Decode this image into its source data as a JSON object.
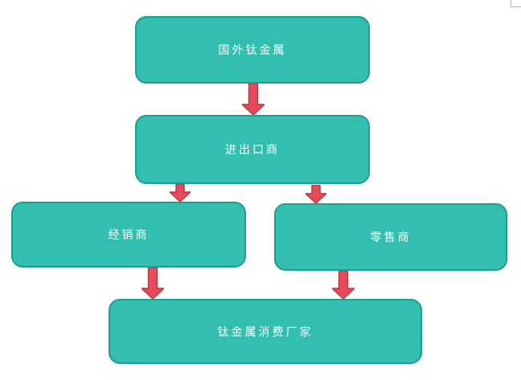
{
  "diagram": {
    "type": "flowchart",
    "direction": "top-down",
    "nodes": [
      {
        "id": "foreign-titanium",
        "label": "国外钛金属"
      },
      {
        "id": "import-export-trader",
        "label": "进出口商"
      },
      {
        "id": "distributor",
        "label": "经销商"
      },
      {
        "id": "retailer",
        "label": "零售商"
      },
      {
        "id": "titanium-consumer-manufacturer",
        "label": "钛金属消费厂家"
      }
    ],
    "edges": [
      {
        "from": "foreign-titanium",
        "to": "import-export-trader",
        "icon": "down-arrow-icon"
      },
      {
        "from": "import-export-trader",
        "to": "distributor",
        "icon": "down-arrow-icon"
      },
      {
        "from": "import-export-trader",
        "to": "retailer",
        "icon": "down-arrow-icon"
      },
      {
        "from": "distributor",
        "to": "titanium-consumer-manufacturer",
        "icon": "down-arrow-icon"
      },
      {
        "from": "retailer",
        "to": "titanium-consumer-manufacturer",
        "icon": "down-arrow-icon"
      }
    ],
    "colors": {
      "node_fill": "#33bfb0",
      "node_border": "#1e9e92",
      "arrow_fill": "#e8495b",
      "arrow_border": "#b04048",
      "label_text": "#ffffff",
      "background": "#ffffff"
    }
  }
}
